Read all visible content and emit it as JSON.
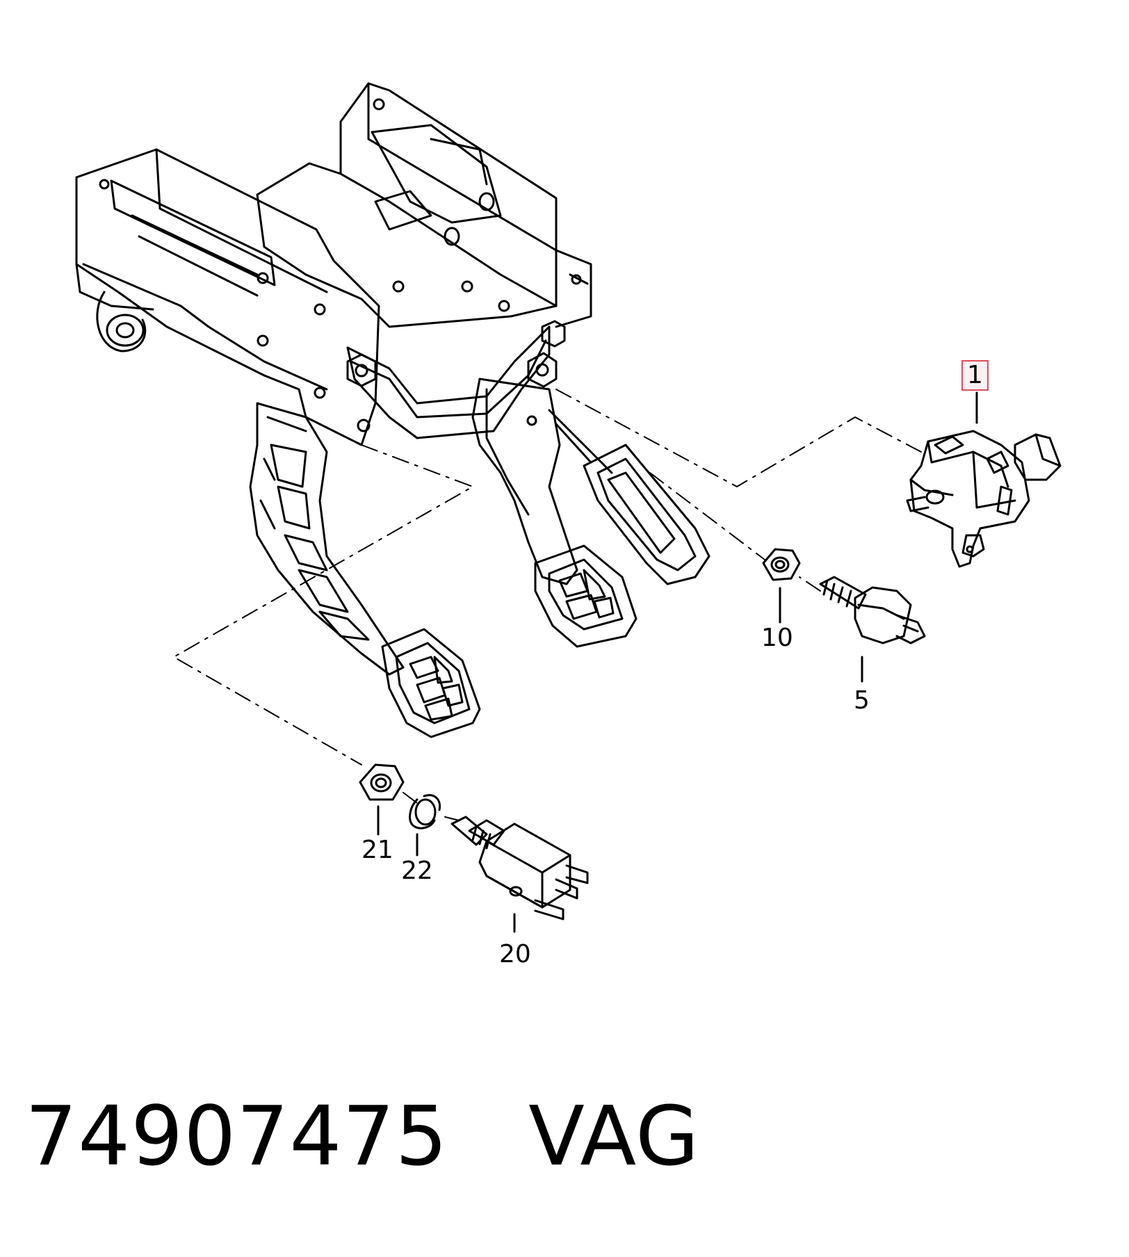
{
  "callouts": {
    "c1": "1",
    "c5": "5",
    "c10": "10",
    "c20": "20",
    "c21": "21",
    "c22": "22"
  },
  "highlighted_callout": "1",
  "footer": {
    "part_number": "74907475",
    "brand": "VAG"
  },
  "colors": {
    "line": "#000000",
    "highlight_border": "#e24b5b",
    "background": "#ffffff"
  }
}
